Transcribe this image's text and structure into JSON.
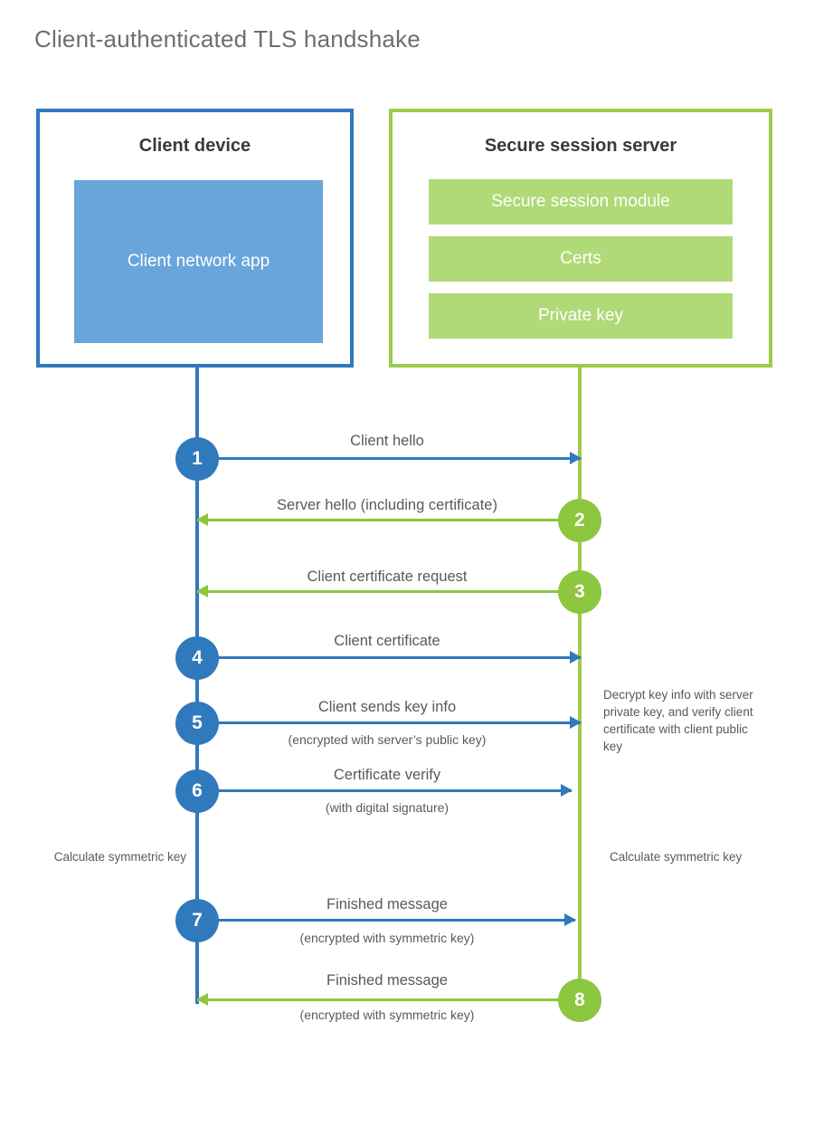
{
  "title": "Client-authenticated TLS handshake",
  "colors": {
    "client_blue": "#3079bd",
    "client_app_fill": "#69a5db",
    "server_green": "#9ccc4b",
    "server_arrow_green": "#8dc63f",
    "server_bar_fill": "#b0d977",
    "text_gray": "#58595b",
    "title_gray": "#6d6e71"
  },
  "actors": {
    "client": {
      "title": "Client device",
      "block_label": "Client network app"
    },
    "server": {
      "title": "Secure session server",
      "bars": [
        "Secure session module",
        "Certs",
        "Private key"
      ]
    }
  },
  "steps": [
    {
      "number": "1",
      "label": "Client hello",
      "sublabel": "",
      "direction": "client-to-server",
      "color": "blue"
    },
    {
      "number": "2",
      "label": "Server hello (including certificate)",
      "sublabel": "",
      "direction": "server-to-client",
      "color": "green"
    },
    {
      "number": "3",
      "label": "Client certificate request",
      "sublabel": "",
      "direction": "server-to-client",
      "color": "green"
    },
    {
      "number": "4",
      "label": "Client certificate",
      "sublabel": "",
      "direction": "client-to-server",
      "color": "blue"
    },
    {
      "number": "5",
      "label": "Client sends key info",
      "sublabel": "(encrypted with server’s public key)",
      "direction": "client-to-server",
      "color": "blue"
    },
    {
      "number": "6",
      "label": "Certificate verify",
      "sublabel": "(with digital signature)",
      "direction": "client-to-server",
      "color": "blue"
    },
    {
      "number": "7",
      "label": "Finished message",
      "sublabel": "(encrypted with symmetric key)",
      "direction": "client-to-server",
      "color": "blue"
    },
    {
      "number": "8",
      "label": "Finished message",
      "sublabel": "(encrypted with symmetric key)",
      "direction": "server-to-client",
      "color": "green"
    }
  ],
  "notes": {
    "server_decrypt": "Decrypt key info with server private key, and verify client certificate with client public key",
    "client_calculate": "Calculate symmetric key",
    "server_calculate": "Calculate symmetric key"
  }
}
